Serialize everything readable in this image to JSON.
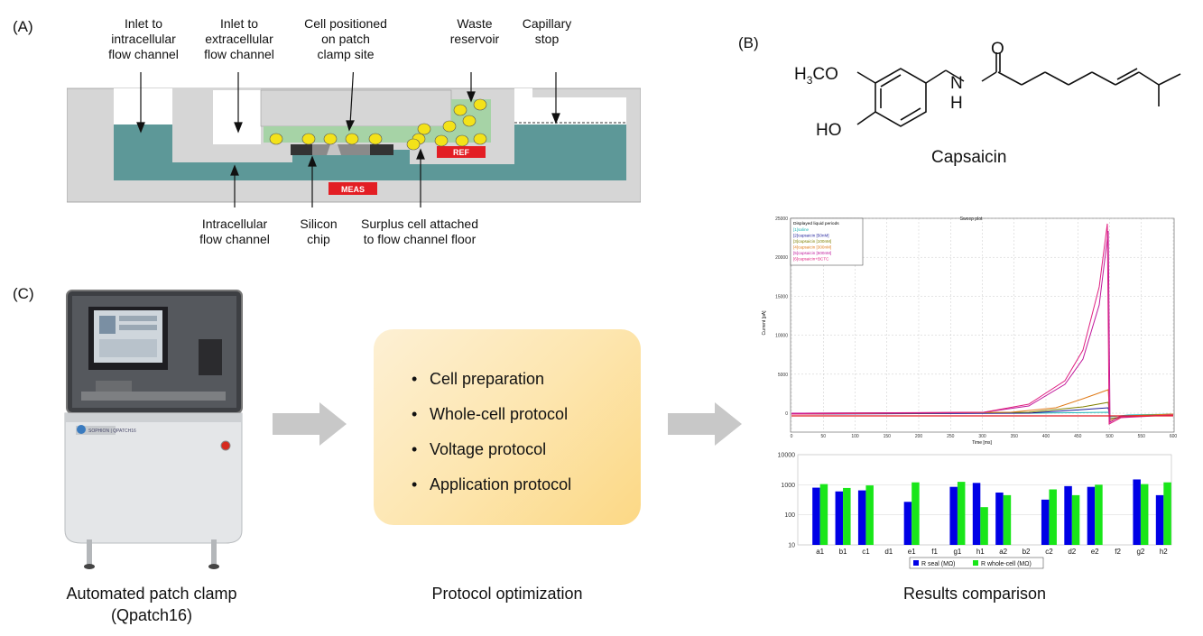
{
  "panelA": {
    "letter": "(A)",
    "labels": {
      "inlet_intra": [
        "Inlet to",
        "intracellular",
        "flow channel"
      ],
      "inlet_extra": [
        "Inlet to",
        "extracellular",
        "flow channel"
      ],
      "cell_positioned": [
        "Cell positioned",
        "on patch",
        "clamp site"
      ],
      "waste": [
        "Waste",
        "reservoir"
      ],
      "capillary": [
        "Capillary",
        "stop"
      ],
      "intra_channel": [
        "Intracellular",
        "flow channel"
      ],
      "silicon": [
        "Silicon",
        "chip"
      ],
      "surplus": [
        "Surplus cell attached",
        "to flow channel floor"
      ],
      "ref": "REF",
      "meas": "MEAS"
    },
    "colors": {
      "gray": "#d6d6d6",
      "teal": "#5d9898",
      "green": "#a6d3a6",
      "cell": "#f3e21a",
      "electrode": "#e31e24"
    }
  },
  "panelB": {
    "letter": "(B)",
    "formula_text": {
      "h3co": "H3CO",
      "ho": "HO",
      "o": "O",
      "nh": "N",
      "h": "H"
    },
    "name": "Capsaicin"
  },
  "panelC": {
    "letter": "(C)",
    "device_caption": [
      "Automated patch clamp",
      "(Qpatch16)"
    ],
    "device_logo": "SOPHION  QPATCH16",
    "protocol_items": [
      "Cell preparation",
      "Whole-cell protocol",
      "Voltage protocol",
      "Application protocol"
    ],
    "protocol_caption": "Protocol optimization",
    "results_caption": "Results comparison"
  },
  "sweep_plot": {
    "title": "Sweep plot",
    "xlabel": "Time [ms]",
    "ylabel": "Current [pA]",
    "legend_title": "Displayed liquid periods",
    "legend": [
      {
        "name": "[1]saline",
        "color": "#1fb8b8"
      },
      {
        "name": "[2]capsaicin [50nM]",
        "color": "#1a1a99"
      },
      {
        "name": "[3]capsaicin [100nM]",
        "color": "#808000"
      },
      {
        "name": "[4]capsaicin [300nM]",
        "color": "#e07b1a"
      },
      {
        "name": "[5]capsaicin [500nM]",
        "color": "#c0189b"
      },
      {
        "name": "[6]capsaicin+BCTC",
        "color": "#e02080"
      }
    ],
    "xticks": [
      "0",
      "50",
      "100",
      "150",
      "200",
      "250",
      "300",
      "350",
      "400",
      "450",
      "500",
      "550",
      "600"
    ],
    "yticks": [
      "0",
      "5000",
      "10000",
      "15000",
      "20000",
      "25000"
    ]
  },
  "chart_data": {
    "type": "bar",
    "ylabel": "",
    "yscale": "log",
    "ylim": [
      10,
      10000
    ],
    "yticks": [
      "10",
      "100",
      "1000",
      "10000"
    ],
    "categories": [
      "a1",
      "b1",
      "c1",
      "d1",
      "e1",
      "f1",
      "g1",
      "h1",
      "a2",
      "b2",
      "c2",
      "d2",
      "e2",
      "f2",
      "g2",
      "h2"
    ],
    "series": [
      {
        "name": "R seal (MΩ)",
        "color": "#0000e6",
        "values": [
          800,
          600,
          650,
          null,
          270,
          null,
          850,
          1150,
          550,
          null,
          320,
          900,
          850,
          null,
          1500,
          450
        ]
      },
      {
        "name": "R whole-cell (MΩ)",
        "color": "#19e619",
        "values": [
          1050,
          780,
          950,
          null,
          1200,
          null,
          1250,
          180,
          450,
          null,
          700,
          450,
          1000,
          null,
          1050,
          1200
        ]
      }
    ],
    "legend_position": "bottom"
  }
}
